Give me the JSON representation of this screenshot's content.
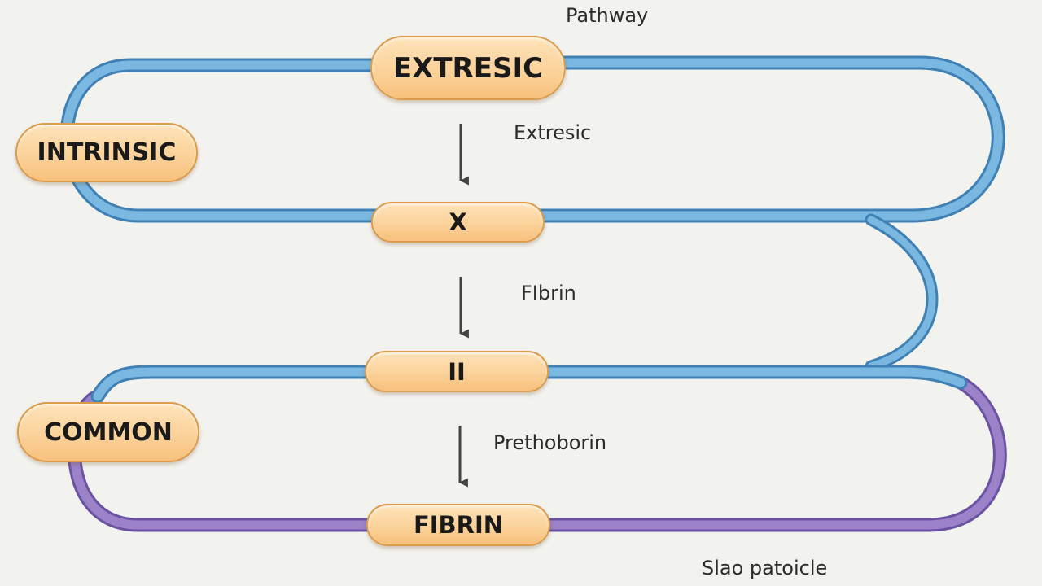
{
  "header": {
    "title": "Pathway"
  },
  "nodes": {
    "extresic": "EXTRESIC",
    "intrinsic": "INTRINSIC",
    "x": "X",
    "ii": "II",
    "common": "COMMON",
    "fibrin": "FIBRIN"
  },
  "arrow_labels": {
    "first": "Extresic",
    "second": "FIbrin",
    "third": "Prethoborin"
  },
  "footer": {
    "caption": "Slao patoicle"
  },
  "colors": {
    "loop_blue": "#7ab8e2",
    "loop_blue_edge": "#3f80b5",
    "loop_purple": "#9b82c9",
    "loop_purple_edge": "#6b53a4",
    "node_fill": "#fbd29a",
    "node_border": "#dc9b4a",
    "arrow": "#444444"
  }
}
